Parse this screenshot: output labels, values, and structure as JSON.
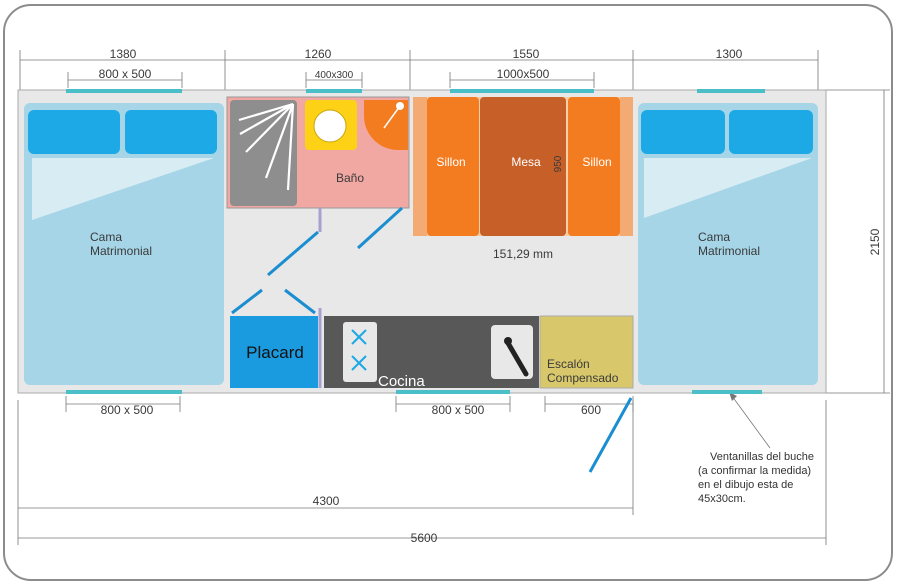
{
  "dimensions": {
    "top": [
      "1380",
      "1260",
      "1550",
      "1300"
    ],
    "top_windows": [
      "800 x 500",
      "400x300",
      "1000x500"
    ],
    "bottom_windows": [
      "800 x 500",
      "800 x 500"
    ],
    "door_width": "600",
    "overall_height": "2150",
    "body_length": "4300",
    "total_length": "5600",
    "table_span": "151,29 mm",
    "table_depth": "950"
  },
  "rooms": {
    "bed_left": [
      "Cama",
      "Matrimonial"
    ],
    "bed_right": [
      "Cama",
      "Matrimonial"
    ],
    "bathroom": "Baño",
    "armchair_left": "Sillon",
    "armchair_right": "Sillon",
    "table": "Mesa",
    "closet": "Placard",
    "kitchen": "Cocina",
    "step": [
      "Escalón",
      "Compensado"
    ]
  },
  "note": [
    "Ventanillas del buche",
    "(a confirmar la medida)",
    "en el dibujo  esta de",
    "45x30cm."
  ],
  "colors": {
    "bed": "#a6d5e7",
    "pillow": "#1ca9e6",
    "window": "#4bbfc7",
    "bath": "#f2a8a2",
    "shower": "#8e8e8e",
    "armchair": "#f47c20",
    "table": "#c75f28",
    "closet": "#1a9be0",
    "kitchen": "#585858",
    "step": "#d8c86b",
    "door": "#1a8ed0"
  }
}
